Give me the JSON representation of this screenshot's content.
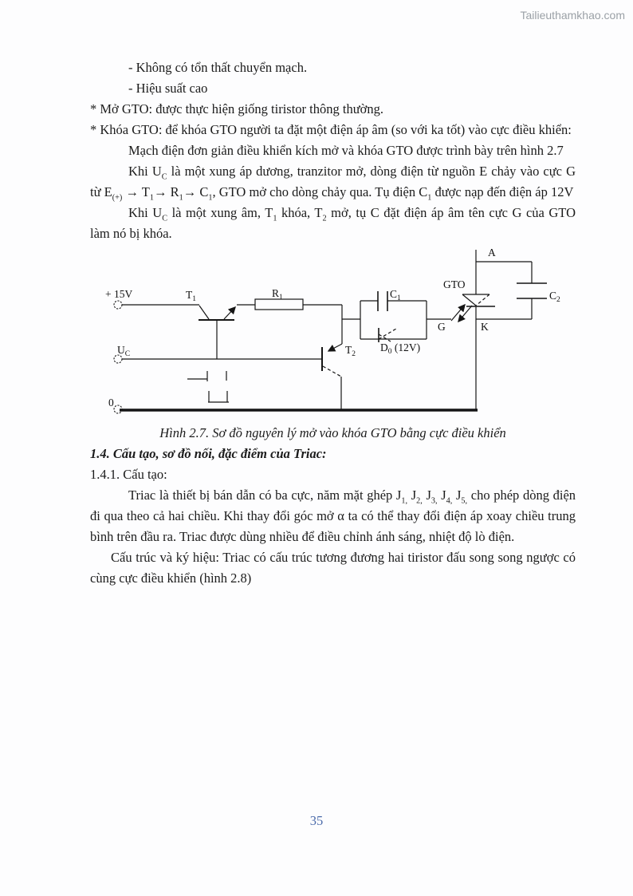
{
  "watermark": "Tailieuthamkhao.com",
  "page_number": "35",
  "colors": {
    "ink": "#1b1b1b",
    "page_number_blue": "#4a6aaa",
    "watermark_gray": "#9aa0a6",
    "page_background": "#fdfdfe"
  },
  "body": {
    "p1": [
      {
        "t": "- Không có tổn thất chuyển mạch."
      }
    ],
    "p2": [
      {
        "t": "- Hiệu suất cao"
      }
    ],
    "p3": [
      {
        "t": "* Mở GTO: được thực hiện giống tiristor thông thường."
      }
    ],
    "p4": [
      {
        "t": "* Khóa GTO: để khóa GTO người ta đặt một điện áp âm (so với ka tốt) vào cực điều khiển:"
      }
    ],
    "p5": [
      {
        "t": "Mạch điện đơn giản điều khiển kích mở và khóa GTO được trình bày trên hình 2.7"
      }
    ],
    "p6": [
      {
        "t": "Khi U"
      },
      {
        "s": "C"
      },
      {
        "t": " là một xung áp dương, tranzitor mở, dòng điện từ  nguồn E chảy vào cực G từ E"
      },
      {
        "s": "(+)"
      },
      {
        "t": " → T"
      },
      {
        "s": "1"
      },
      {
        "t": "→ R"
      },
      {
        "s": "1"
      },
      {
        "t": "→ C"
      },
      {
        "s": "1"
      },
      {
        "t": ", GTO mở cho dòng chảy qua. Tụ điện C"
      },
      {
        "s": "1"
      },
      {
        "t": " được nạp đến điện áp 12V"
      }
    ],
    "p7": [
      {
        "t": "Khi U"
      },
      {
        "s": "C"
      },
      {
        "t": " là một xung âm, T"
      },
      {
        "s": "1"
      },
      {
        "t": " khóa, T"
      },
      {
        "s": "2"
      },
      {
        "t": " mở, tụ C đặt điện áp âm tên cực G của GTO làm nó bị khóa."
      }
    ],
    "caption": "Hình 2.7. Sơ đồ nguyên lý mở vào khóa GTO bằng cực điều khiển",
    "heading_1_4": "1.4. Cấu tạo, sơ đồ nối, đặc điểm của Triac:",
    "heading_1_4_1": "1.4.1. Cấu tạo:",
    "p8": [
      {
        "t": "Triac là thiết bị bán dẫn có ba cực, năm mặt ghép J"
      },
      {
        "s": "1,"
      },
      {
        "t": " J"
      },
      {
        "s": "2,"
      },
      {
        "t": " J"
      },
      {
        "s": "3,"
      },
      {
        "t": " J"
      },
      {
        "s": "4,"
      },
      {
        "t": " J"
      },
      {
        "s": "5,"
      },
      {
        "t": " cho phép dòng điện đi qua theo cả hai chiều. Khi thay đổi góc mở α ta có thể thay đổi điện áp xoay chiều trung bình trên đầu ra. Triac được dùng nhiều để điều chỉnh ánh sáng, nhiệt độ lò điện."
      }
    ],
    "p9": [
      {
        "t": "Cấu trúc và ký hiệu: Triac có cấu trúc tương đương hai tiristor đấu song song ngược có cùng cực điều khiển (hình 2.8)"
      }
    ]
  },
  "diagram": {
    "labels": {
      "plus15v": {
        "text": "+ 15V"
      },
      "t1": {
        "text": "T",
        "sub": "1"
      },
      "r1": {
        "text": "R",
        "sub": "1"
      },
      "uc": {
        "text": "U",
        "sub": "C"
      },
      "zero": {
        "text": "0"
      },
      "t2": {
        "text": "T",
        "sub": "2"
      },
      "c1": {
        "text": "C",
        "sub": "1"
      },
      "d0": {
        "text": "D",
        "sub": "0",
        "suffix": " (12V)"
      },
      "g": {
        "text": "G"
      },
      "gto": {
        "text": "GTO"
      },
      "a": {
        "text": "A"
      },
      "k": {
        "text": "K"
      },
      "c2": {
        "text": "C",
        "sub": "2"
      }
    }
  }
}
